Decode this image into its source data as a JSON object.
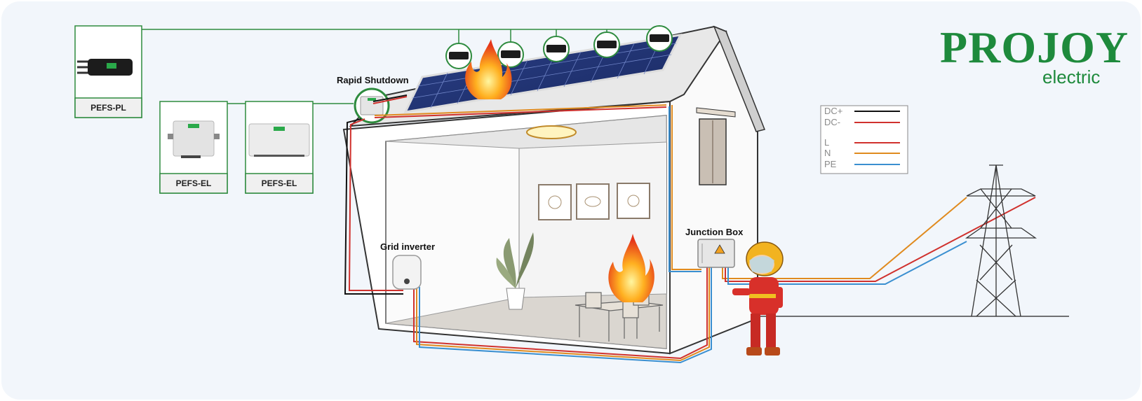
{
  "brand": {
    "name": "PROJOY",
    "tagline": "electric",
    "color": "#1e8a3c"
  },
  "products": [
    {
      "id": "pefs-pl",
      "label": "PEFS-PL"
    },
    {
      "id": "pefs-el-1",
      "label": "PEFS-EL"
    },
    {
      "id": "pefs-el-2",
      "label": "PEFS-EL"
    }
  ],
  "callouts": {
    "rapid_shutdown": "Rapid Shutdown",
    "grid_inverter": "Grid inverter",
    "junction_box": "Junction Box"
  },
  "legend": [
    {
      "label": "DC+",
      "color": "#111111"
    },
    {
      "label": "DC-",
      "color": "#d0312d"
    },
    {
      "label": "L",
      "color": "#d0312d"
    },
    {
      "label": "N",
      "color": "#e08a1e"
    },
    {
      "label": "PE",
      "color": "#3a8fd0"
    }
  ],
  "colors": {
    "accent_green": "#1e8a3c",
    "wire_dc_pos": "#111111",
    "wire_dc_neg": "#d0312d",
    "wire_l": "#d0312d",
    "wire_n": "#e08a1e",
    "wire_pe": "#3a8fd0",
    "background": "#f2f6fb"
  },
  "icons": [
    "flame-icon",
    "firefighter-icon",
    "power-tower-icon",
    "solar-panel-icon",
    "optimizer-icon",
    "inverter-icon",
    "junction-box-icon"
  ]
}
